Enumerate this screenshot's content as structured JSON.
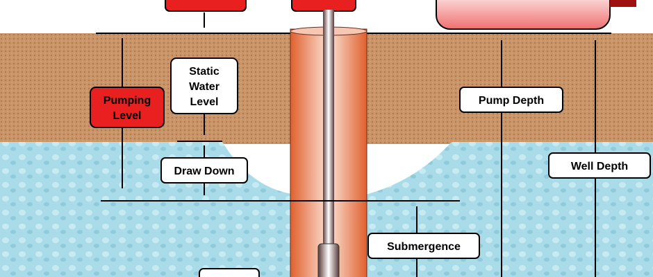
{
  "labels": {
    "static_water_level": [
      "Static",
      "Water",
      "Level"
    ],
    "pumping_level": [
      "Pumping",
      "Level"
    ],
    "draw_down": "Draw Down",
    "pump_depth": "Pump Depth",
    "well_depth": "Well Depth",
    "submergence": "Submergence"
  },
  "colors": {
    "soil": "#c8946a",
    "water": "#a8dbe8",
    "red_label": "#e82020",
    "casing": "#e5704a"
  }
}
